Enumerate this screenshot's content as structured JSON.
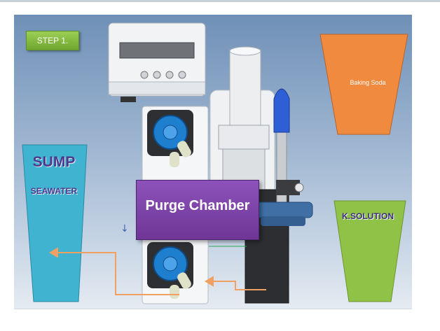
{
  "step_label": "STEP 1.",
  "containers": {
    "sump_title": "SUMP",
    "sump_subtitle": "SEAWATER",
    "baking_soda": "Baking Soda",
    "k_solution": "K.SOLUTION"
  },
  "purge_chamber": "Purge Chamber",
  "colors": {
    "sump": "#3fb3cf",
    "baking_soda": "#f08a3e",
    "k_solution": "#8fc247",
    "purge_chamber": "#7b3fa6",
    "flow_arrow": "#f0a060"
  }
}
